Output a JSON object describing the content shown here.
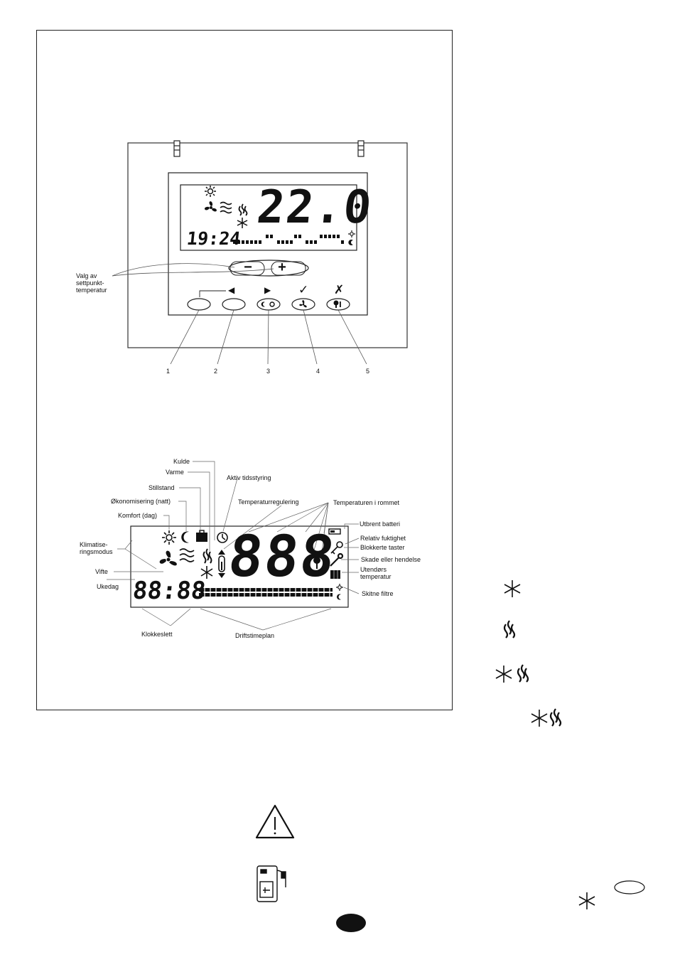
{
  "panel_display": {
    "temperature": "22.0",
    "clock": "19:24"
  },
  "setpoint_label": "Valg av\nsettpunkt-\ntemperatur",
  "minus_label": "−",
  "plus_label": "+",
  "button_numbers": [
    "1",
    "2",
    "3",
    "4",
    "5"
  ],
  "button_symbols": {
    "left": "◀",
    "right": "▶",
    "check": "✓",
    "cross": "✗"
  },
  "legend_display": {
    "temperature": "888",
    "clock": "88:88"
  },
  "legend": {
    "kulde": "Kulde",
    "varme": "Varme",
    "stillstand": "Stillstand",
    "okonomisering": "Økonomisering (natt)",
    "komfort": "Komfort (dag)",
    "klimatisering": "Klimatise-\nringsmodus",
    "vifte": "Vifte",
    "ukedag": "Ukedag",
    "klokkeslett": "Klokkeslett",
    "driftstimeplan": "Driftstimeplan",
    "aktiv_tidsstyring": "Aktiv tidsstyring",
    "temperaturregulering": "Temperaturregulering",
    "temperaturen_i_rommet": "Temperaturen i rommet",
    "utbrent_batteri": "Utbrent batteri",
    "relativ_fuktighet": "Relativ fuktighet",
    "blokkerte_taster": "Blokkerte taster",
    "skade_eller_hendelse": "Skade eller hendelse",
    "utendors_temperatur": "Utendørs\ntemperatur",
    "skitne_filtre": "Skitne filtre"
  },
  "icons": {
    "cooling": "snowflake-icon",
    "heating": "heat-waves-icon",
    "warning": "warning-triangle-icon",
    "device": "wall-unit-icon"
  }
}
